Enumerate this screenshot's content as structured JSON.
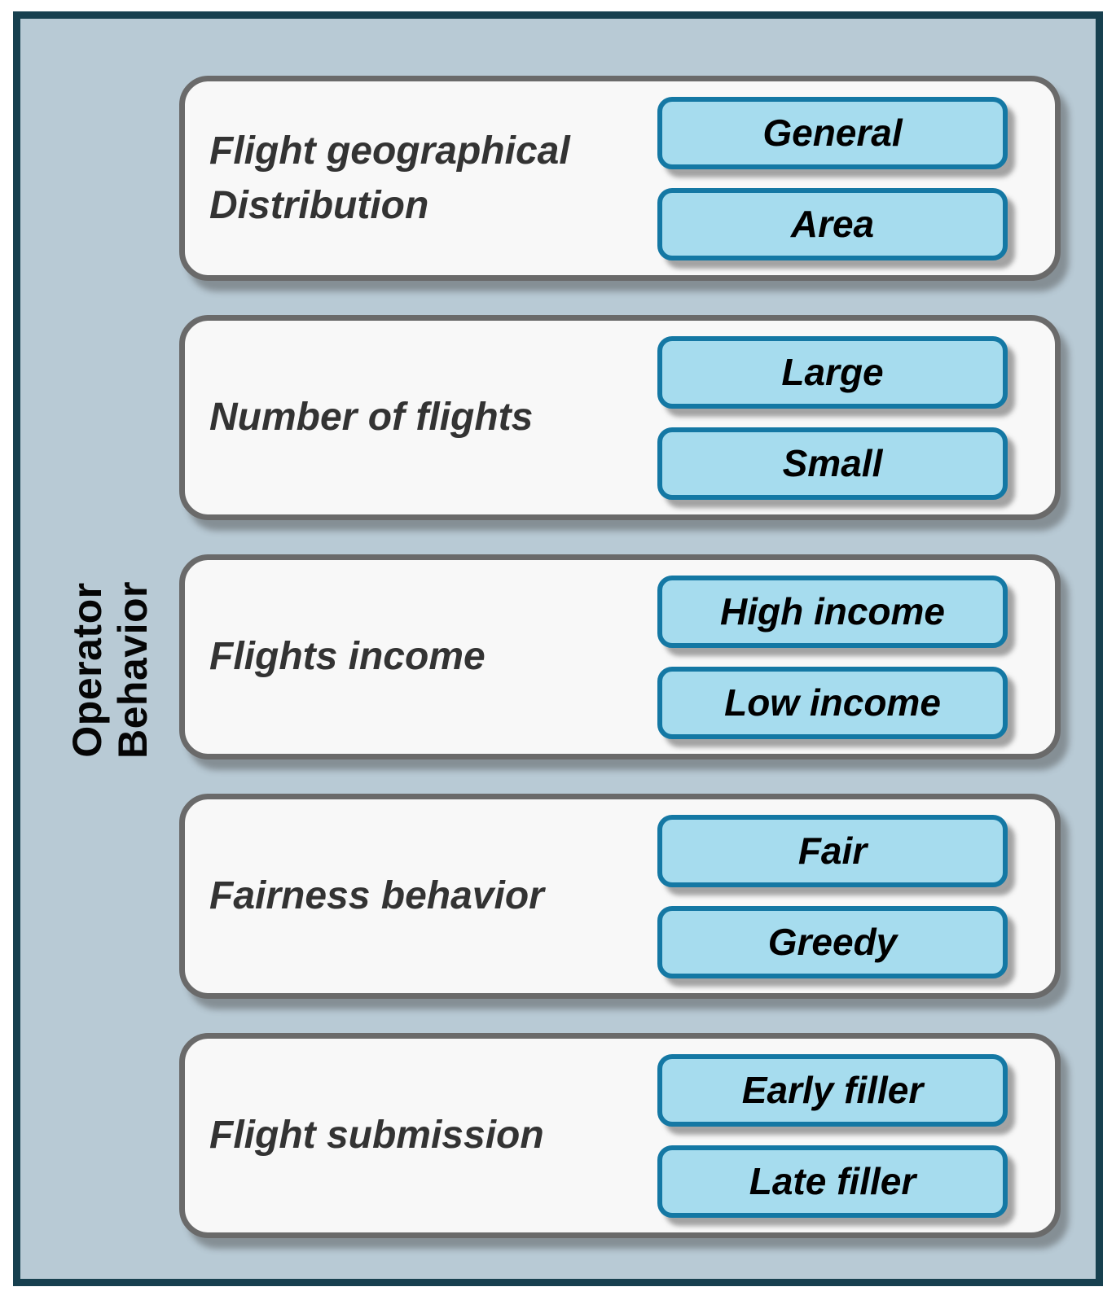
{
  "diagram": {
    "title": "Operator Behavior",
    "title_lines": [
      "Operator",
      "Behavior"
    ],
    "colors": {
      "frame_border": "#17404f",
      "frame_background": "#b8cad5",
      "panel_background": "#f8f8f8",
      "panel_border": "#6a6a6a",
      "option_background": "#a6dcee",
      "option_border": "#1478a4",
      "label_text": "#333333",
      "option_text": "#000000"
    },
    "categories": [
      {
        "label": "Flight geographical Distribution",
        "options": [
          "General",
          "Area"
        ]
      },
      {
        "label": "Number of flights",
        "options": [
          "Large",
          "Small"
        ]
      },
      {
        "label": "Flights income",
        "options": [
          "High income",
          "Low income"
        ]
      },
      {
        "label": "Fairness behavior",
        "options": [
          "Fair",
          "Greedy"
        ]
      },
      {
        "label": "Flight submission",
        "options": [
          "Early filler",
          "Late filler"
        ]
      }
    ]
  }
}
